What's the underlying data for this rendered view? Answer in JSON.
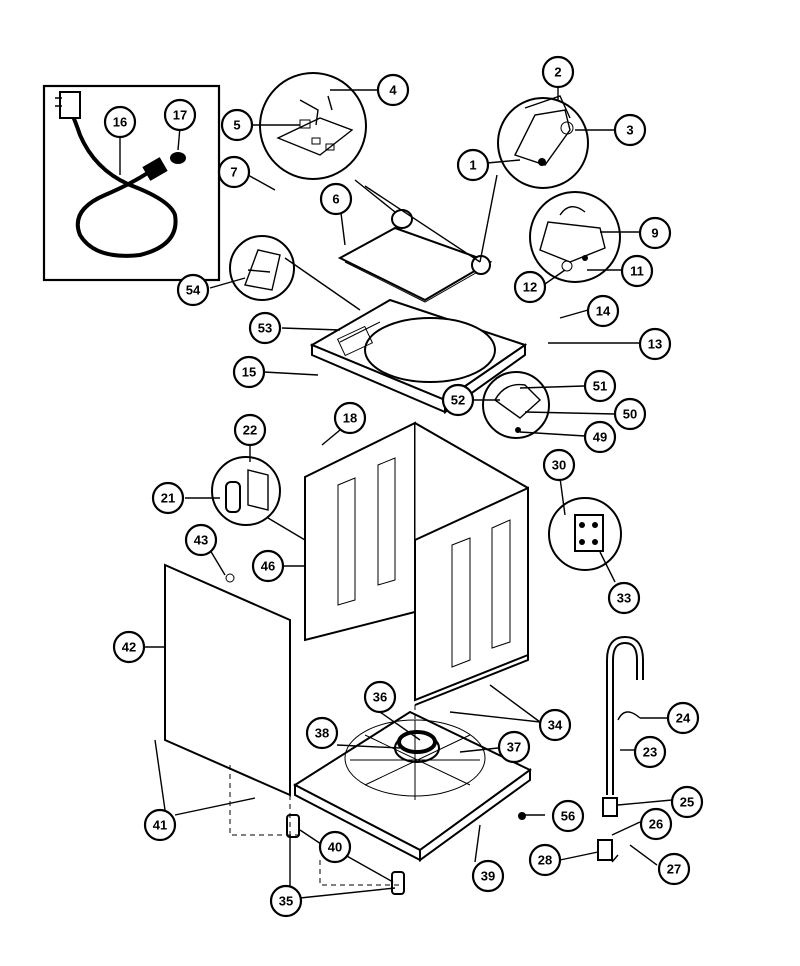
{
  "callouts": [
    {
      "id": "c1",
      "label": "1"
    },
    {
      "id": "c2",
      "label": "2"
    },
    {
      "id": "c3",
      "label": "3"
    },
    {
      "id": "c4",
      "label": "4"
    },
    {
      "id": "c5",
      "label": "5"
    },
    {
      "id": "c6",
      "label": "6"
    },
    {
      "id": "c7",
      "label": "7"
    },
    {
      "id": "c9",
      "label": "9"
    },
    {
      "id": "c11",
      "label": "11"
    },
    {
      "id": "c12",
      "label": "12"
    },
    {
      "id": "c13",
      "label": "13"
    },
    {
      "id": "c14",
      "label": "14"
    },
    {
      "id": "c15",
      "label": "15"
    },
    {
      "id": "c16",
      "label": "16"
    },
    {
      "id": "c17",
      "label": "17"
    },
    {
      "id": "c18",
      "label": "18"
    },
    {
      "id": "c21",
      "label": "21"
    },
    {
      "id": "c22",
      "label": "22"
    },
    {
      "id": "c23",
      "label": "23"
    },
    {
      "id": "c24",
      "label": "24"
    },
    {
      "id": "c25",
      "label": "25"
    },
    {
      "id": "c26",
      "label": "26"
    },
    {
      "id": "c27",
      "label": "27"
    },
    {
      "id": "c28",
      "label": "28"
    },
    {
      "id": "c30",
      "label": "30"
    },
    {
      "id": "c33",
      "label": "33"
    },
    {
      "id": "c34",
      "label": "34"
    },
    {
      "id": "c35",
      "label": "35"
    },
    {
      "id": "c36",
      "label": "36"
    },
    {
      "id": "c37",
      "label": "37"
    },
    {
      "id": "c38",
      "label": "38"
    },
    {
      "id": "c39",
      "label": "39"
    },
    {
      "id": "c40",
      "label": "40"
    },
    {
      "id": "c41",
      "label": "41"
    },
    {
      "id": "c42",
      "label": "42"
    },
    {
      "id": "c43",
      "label": "43"
    },
    {
      "id": "c46",
      "label": "46"
    },
    {
      "id": "c49",
      "label": "49"
    },
    {
      "id": "c50",
      "label": "50"
    },
    {
      "id": "c51",
      "label": "51"
    },
    {
      "id": "c52",
      "label": "52"
    },
    {
      "id": "c53",
      "label": "53"
    },
    {
      "id": "c54",
      "label": "54"
    },
    {
      "id": "c56",
      "label": "56"
    }
  ]
}
